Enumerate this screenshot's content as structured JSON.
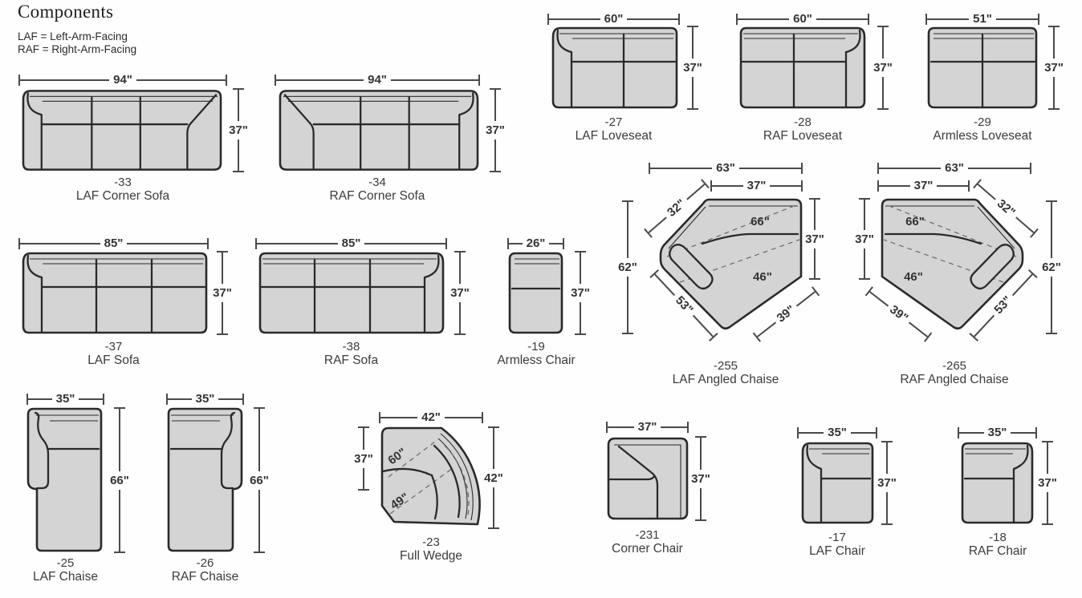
{
  "header": {
    "title": "Components",
    "legend": [
      "LAF = Left-Arm-Facing",
      "RAF = Right-Arm-Facing"
    ]
  },
  "colors": {
    "upholstery_fill": "#d4d4d4",
    "outline": "#2a2a2a",
    "dimension_line": "#4a4a4a",
    "text": "#333333"
  },
  "components": [
    {
      "id": "laf-corner-sofa",
      "code": "-33",
      "name": "LAF Corner Sofa",
      "dims": {
        "width": "94\"",
        "depth": "37\""
      }
    },
    {
      "id": "raf-corner-sofa",
      "code": "-34",
      "name": "RAF Corner Sofa",
      "dims": {
        "width": "94\"",
        "depth": "37\""
      }
    },
    {
      "id": "laf-loveseat",
      "code": "-27",
      "name": "LAF Loveseat",
      "dims": {
        "width": "60\"",
        "depth": "37\""
      }
    },
    {
      "id": "raf-loveseat",
      "code": "-28",
      "name": "RAF Loveseat",
      "dims": {
        "width": "60\"",
        "depth": "37\""
      }
    },
    {
      "id": "armless-loveseat",
      "code": "-29",
      "name": "Armless Loveseat",
      "dims": {
        "width": "51\"",
        "depth": "37\""
      }
    },
    {
      "id": "laf-sofa",
      "code": "-37",
      "name": "LAF Sofa",
      "dims": {
        "width": "85\"",
        "depth": "37\""
      }
    },
    {
      "id": "raf-sofa",
      "code": "-38",
      "name": "RAF Sofa",
      "dims": {
        "width": "85\"",
        "depth": "37\""
      }
    },
    {
      "id": "armless-chair",
      "code": "-19",
      "name": "Armless Chair",
      "dims": {
        "width": "26\"",
        "depth": "37\""
      }
    },
    {
      "id": "laf-angled-chaise",
      "code": "-255",
      "name": "LAF Angled Chaise",
      "dims": {
        "overall_width": "63\"",
        "back_width": "37\"",
        "angled_back": "32\"",
        "inner_back": "66\"",
        "side_depth": "37\"",
        "overall_depth": "62\"",
        "arm_side": "53\"",
        "inner_seat": "46\"",
        "front_edge": "39\""
      }
    },
    {
      "id": "raf-angled-chaise",
      "code": "-265",
      "name": "RAF Angled Chaise",
      "dims": {
        "overall_width": "63\"",
        "back_width": "37\"",
        "angled_back": "32\"",
        "inner_back": "66\"",
        "side_depth": "37\"",
        "overall_depth": "62\"",
        "arm_side": "53\"",
        "inner_seat": "46\"",
        "front_edge": "39\""
      }
    },
    {
      "id": "laf-chaise",
      "code": "-25",
      "name": "LAF Chaise",
      "dims": {
        "width": "35\"",
        "depth": "66\""
      }
    },
    {
      "id": "raf-chaise",
      "code": "-26",
      "name": "RAF Chaise",
      "dims": {
        "width": "35\"",
        "depth": "66\""
      }
    },
    {
      "id": "full-wedge",
      "code": "-23",
      "name": "Full Wedge",
      "dims": {
        "top_width": "42\"",
        "left_depth": "37\"",
        "right_depth": "42\"",
        "inner_back": "60\"",
        "inner_seat": "49\""
      }
    },
    {
      "id": "corner-chair",
      "code": "-231",
      "name": "Corner Chair",
      "dims": {
        "width": "37\"",
        "depth": "37\""
      }
    },
    {
      "id": "laf-chair",
      "code": "-17",
      "name": "LAF Chair",
      "dims": {
        "width": "35\"",
        "depth": "37\""
      }
    },
    {
      "id": "raf-chair",
      "code": "-18",
      "name": "RAF Chair",
      "dims": {
        "width": "35\"",
        "depth": "37\""
      }
    }
  ]
}
